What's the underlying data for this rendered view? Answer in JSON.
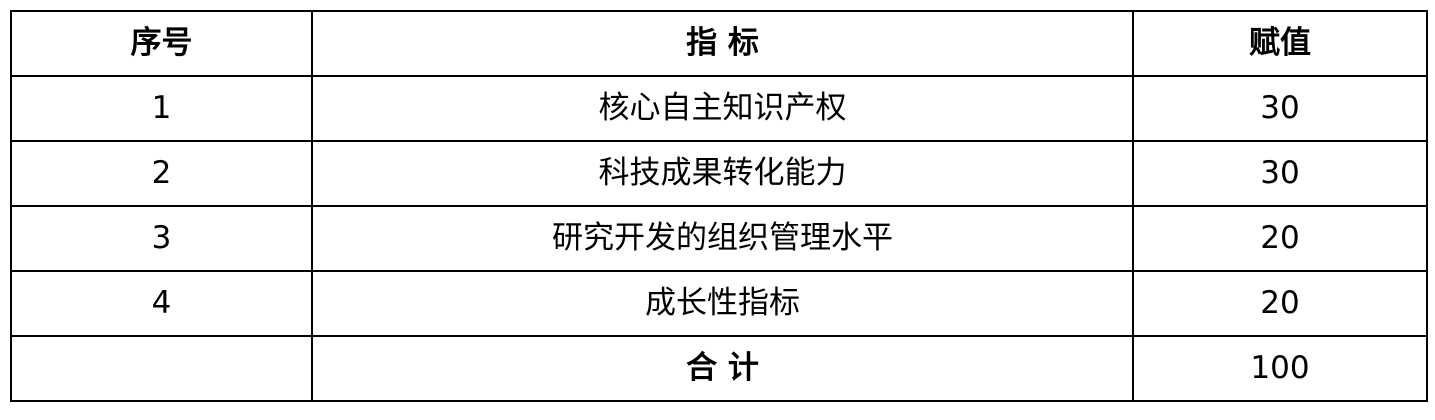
{
  "table": {
    "headers": [
      "序号",
      "指 标",
      "赋值"
    ],
    "rows": [
      {
        "no": "1",
        "indicator": "核心自主知识产权",
        "value": "30"
      },
      {
        "no": "2",
        "indicator": "科技成果转化能力",
        "value": "30"
      },
      {
        "no": "3",
        "indicator": "研究开发的组织管理水平",
        "value": "20"
      },
      {
        "no": "4",
        "indicator": "成长性指标",
        "value": "20"
      }
    ],
    "total": {
      "no": "",
      "label": "合 计",
      "value": "100"
    }
  }
}
